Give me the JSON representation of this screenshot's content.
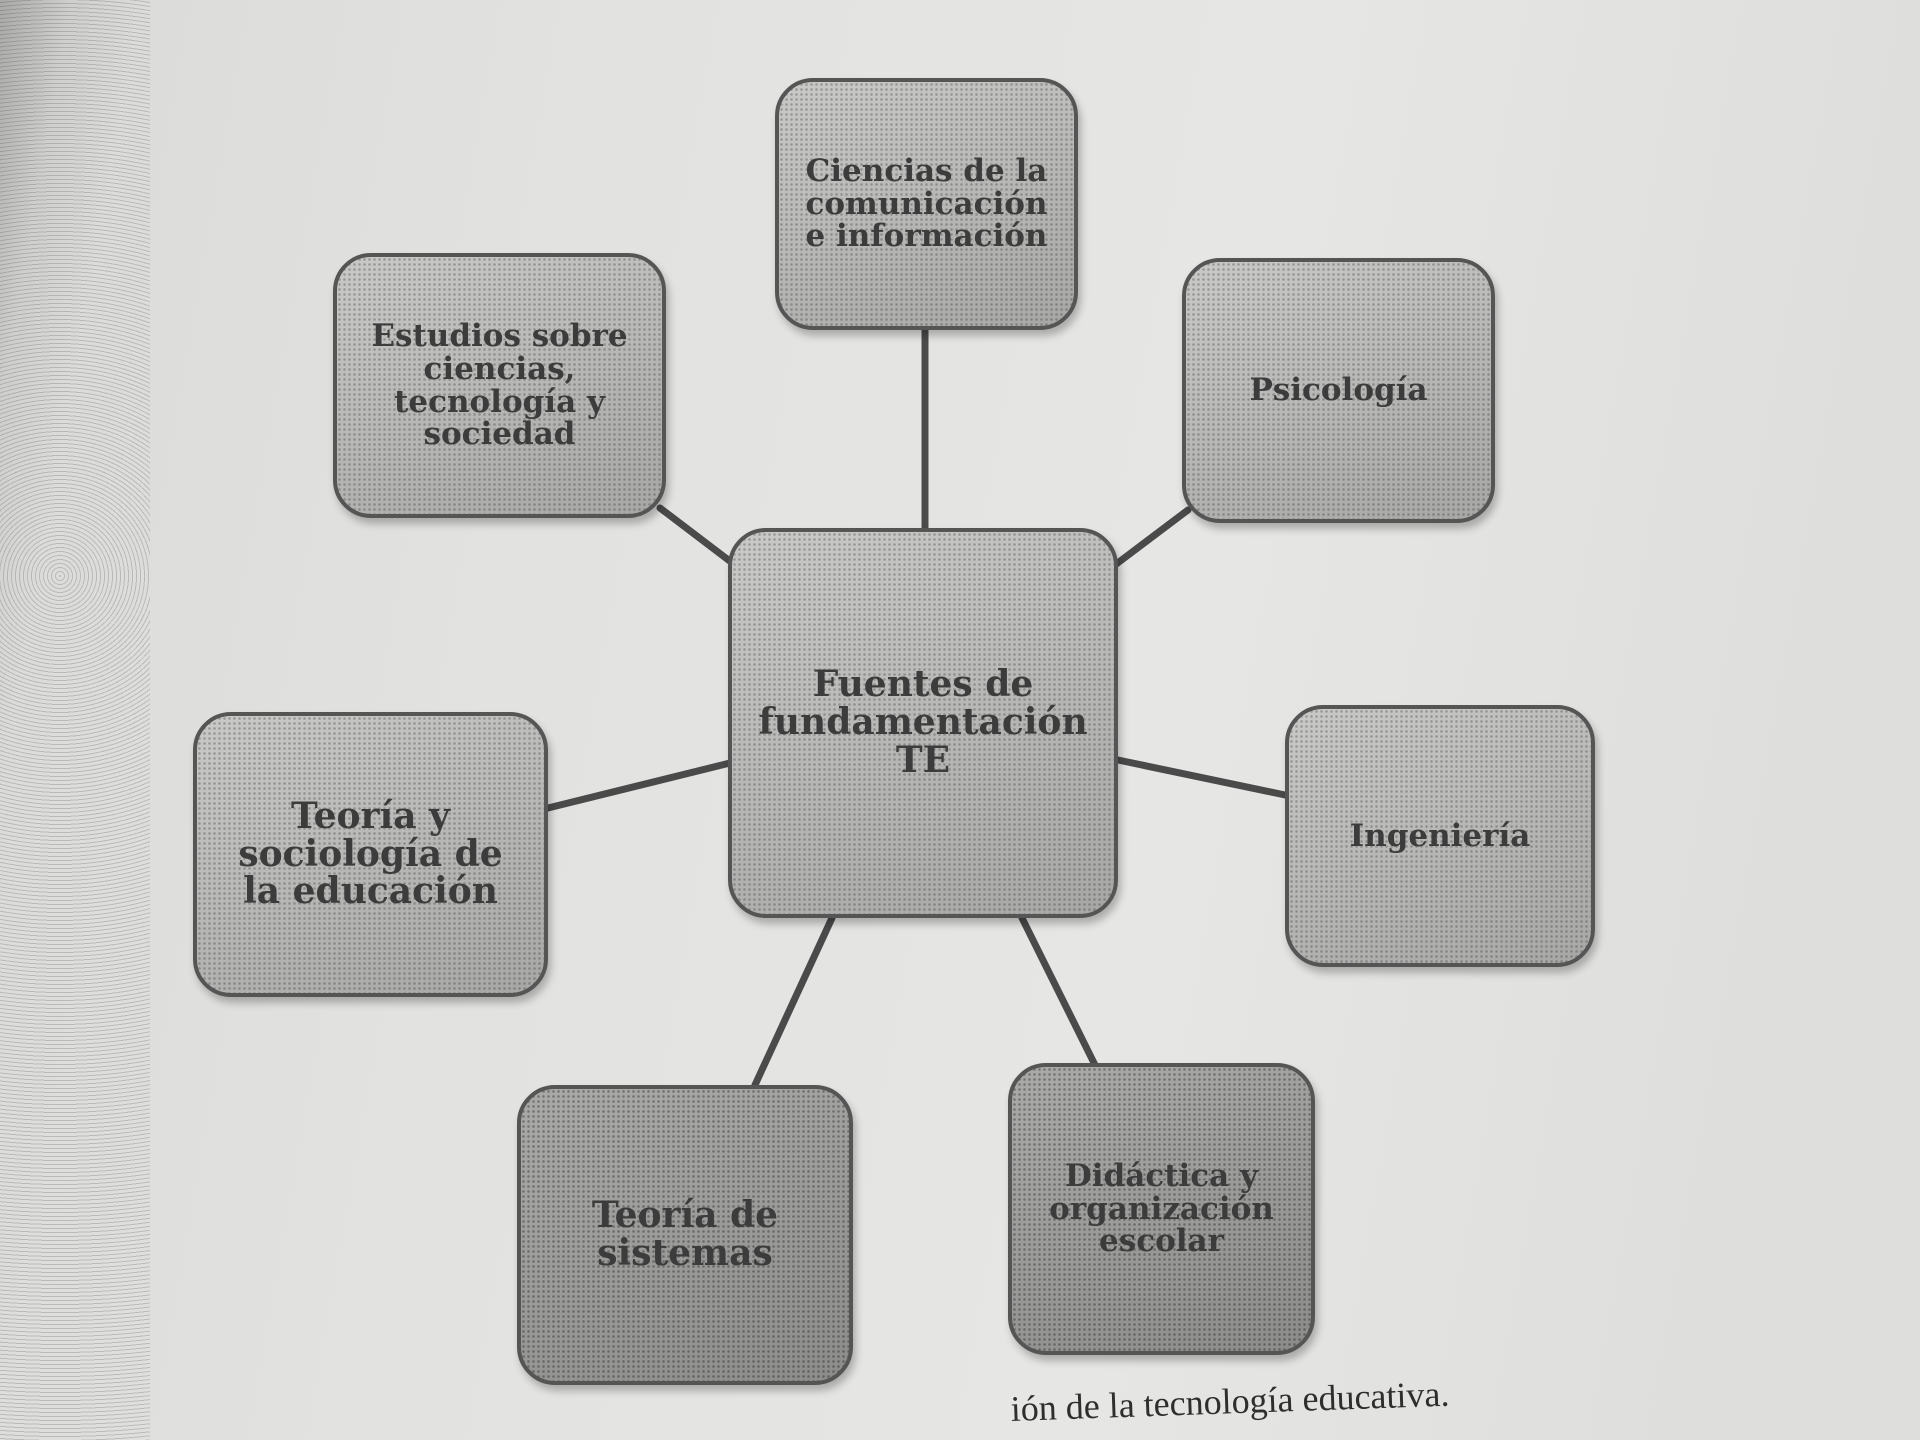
{
  "diagram": {
    "center": {
      "lines": [
        "Fuentes de",
        "fundamentación",
        "TE"
      ]
    },
    "nodes": {
      "ciencias_comunicacion": {
        "lines": [
          "Ciencias de la",
          "comunicación",
          "e información"
        ]
      },
      "estudios_cts": {
        "lines": [
          "Estudios sobre",
          "ciencias,",
          "tecnología y",
          "sociedad"
        ]
      },
      "psicologia": {
        "lines": [
          "Psicología"
        ]
      },
      "teoria_sociologia": {
        "lines": [
          "Teoría y",
          "sociología de",
          "la educación"
        ]
      },
      "ingenieria": {
        "lines": [
          "Ingeniería"
        ]
      },
      "teoria_sistemas": {
        "lines": [
          "Teoría de",
          "sistemas"
        ]
      },
      "didactica": {
        "lines": [
          "Didáctica y",
          "organización",
          "escolar"
        ]
      }
    },
    "caption": "ión de la tecnología educativa."
  },
  "colors": {
    "box_fill": "#b5b5b3",
    "box_border": "#555555",
    "connector": "#4a4a4a",
    "text": "#3c3c3c"
  }
}
